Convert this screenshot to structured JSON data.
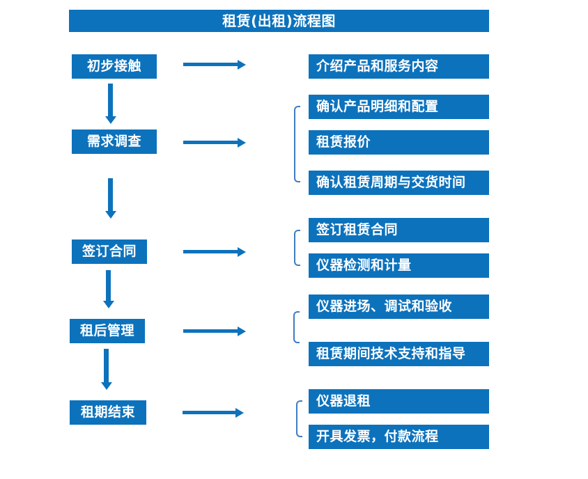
{
  "title": "租赁(出租)流程图",
  "colors": {
    "primary_blue": "#0D72BC",
    "bracket_blue": "#3E7CC0",
    "text_white": "#FFFFFF",
    "background": "#FFFFFF"
  },
  "steps": [
    {
      "label": "初步接触",
      "details": [
        "介绍产品和服务内容"
      ]
    },
    {
      "label": "需求调查",
      "details": [
        "确认产品明细和配置",
        "租赁报价",
        "确认租赁周期与交货时间"
      ]
    },
    {
      "label": "签订合同",
      "details": [
        "签订租赁合同",
        "仪器检测和计量"
      ]
    },
    {
      "label": "租后管理",
      "details": [
        "仪器进场、调试和验收",
        "租赁期间技术支持和指导"
      ]
    },
    {
      "label": "租期结束",
      "details": [
        "仪器退租",
        "开具发票，付款流程"
      ]
    }
  ]
}
